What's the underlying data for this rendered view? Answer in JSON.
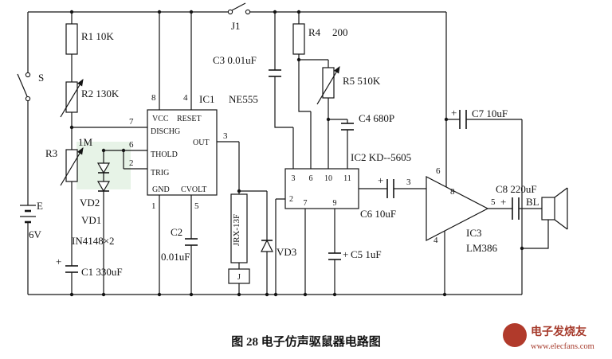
{
  "caption": "图 28  电子仿声驱鼠器电路图",
  "watermark": {
    "brand": "电子发烧友",
    "site": "www.elecfans.com"
  },
  "power": {
    "switch_label": "S",
    "battery_label": "E",
    "voltage": "6V",
    "plus": "+",
    "filter_cap": "C1 330uF"
  },
  "timer": {
    "r1": "R1 10K",
    "r2": "R2 130K",
    "r3_ref": "R3",
    "r3_value": "1M",
    "vd2": "VD2",
    "vd1": "VD1",
    "diode_type": "IN4148×2",
    "ic_ref": "IC1",
    "ic_type": "NE555",
    "pin8": "8",
    "pin4": "4",
    "pin7": "7",
    "pin6": "6",
    "pin2": "2",
    "pin1": "1",
    "pin5": "5",
    "pin3": "3",
    "vcc": "VCC",
    "reset": "RESET",
    "dischg": "DISCHG",
    "out": "OUT",
    "thold": "THOLD",
    "trig": "TRIG",
    "gnd": "GND",
    "cvolt": "CVOLT",
    "c2_ref": "C2",
    "c2_value": "0.01uF"
  },
  "relay": {
    "contact": "J1",
    "c3": "C3 0.01uF",
    "coil": "JRX-13F",
    "designator": "J",
    "vd3": "VD3"
  },
  "sound": {
    "r4_ref": "R4",
    "r4_value": "200",
    "r5": "R5 510K",
    "c4": "C4 680P",
    "ic2": "IC2 KD--5605",
    "pin_t1": "3",
    "pin_t2": "6",
    "pin_t3": "10",
    "pin_t4": "11",
    "pin_left": "2",
    "pin_b1": "7",
    "pin_b2": "9",
    "plus": "+",
    "c5": "C5 1uF"
  },
  "amp": {
    "plus": "+",
    "c6": "C6 10uF",
    "c7": "C7 10uF",
    "c8": "C8 220uF",
    "pin3": "3",
    "pin6": "6",
    "pin8": "8",
    "pin4": "4",
    "pin5": "5",
    "ic_ref": "IC3",
    "ic_type": "LM386",
    "speaker": "BL"
  }
}
